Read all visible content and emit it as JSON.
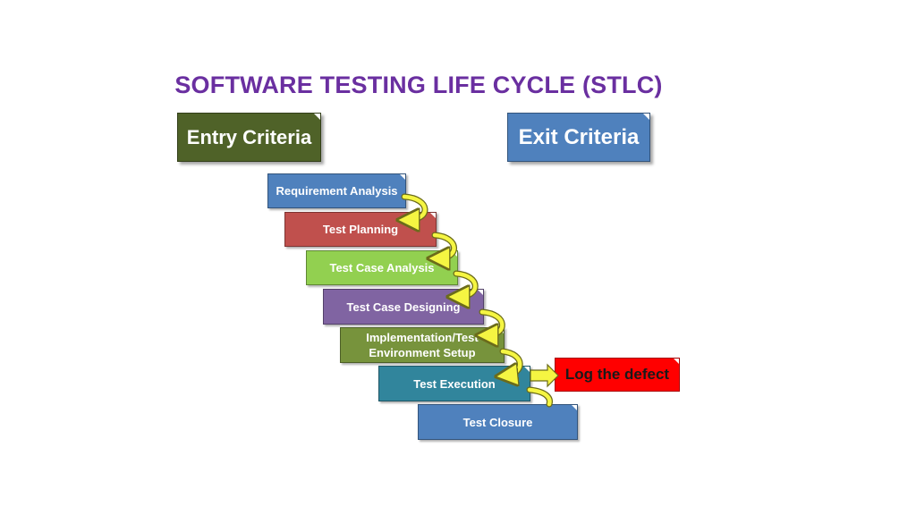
{
  "title": "SOFTWARE TESTING LIFE CYCLE (STLC)",
  "entry_criteria": "Entry Criteria",
  "exit_criteria": "Exit Criteria",
  "steps": [
    "Requirement Analysis",
    "Test Planning",
    "Test Case Analysis",
    "Test Case Designing",
    "Implementation/Test\nEnvironment Setup",
    "Test Execution",
    "Test Closure"
  ],
  "defect_box": "Log the defect",
  "colors": {
    "title": "#6a2fa0",
    "entry": "#4f6228",
    "exit": "#4f81bd",
    "requirement_analysis": "#4f81bd",
    "test_planning": "#c0504d",
    "test_case_analysis": "#92d050",
    "test_case_designing": "#8064a2",
    "implementation": "#77933c",
    "test_execution": "#31859c",
    "test_closure": "#4f81bd",
    "defect": "#ff0000",
    "arrow": "#f5f542"
  }
}
